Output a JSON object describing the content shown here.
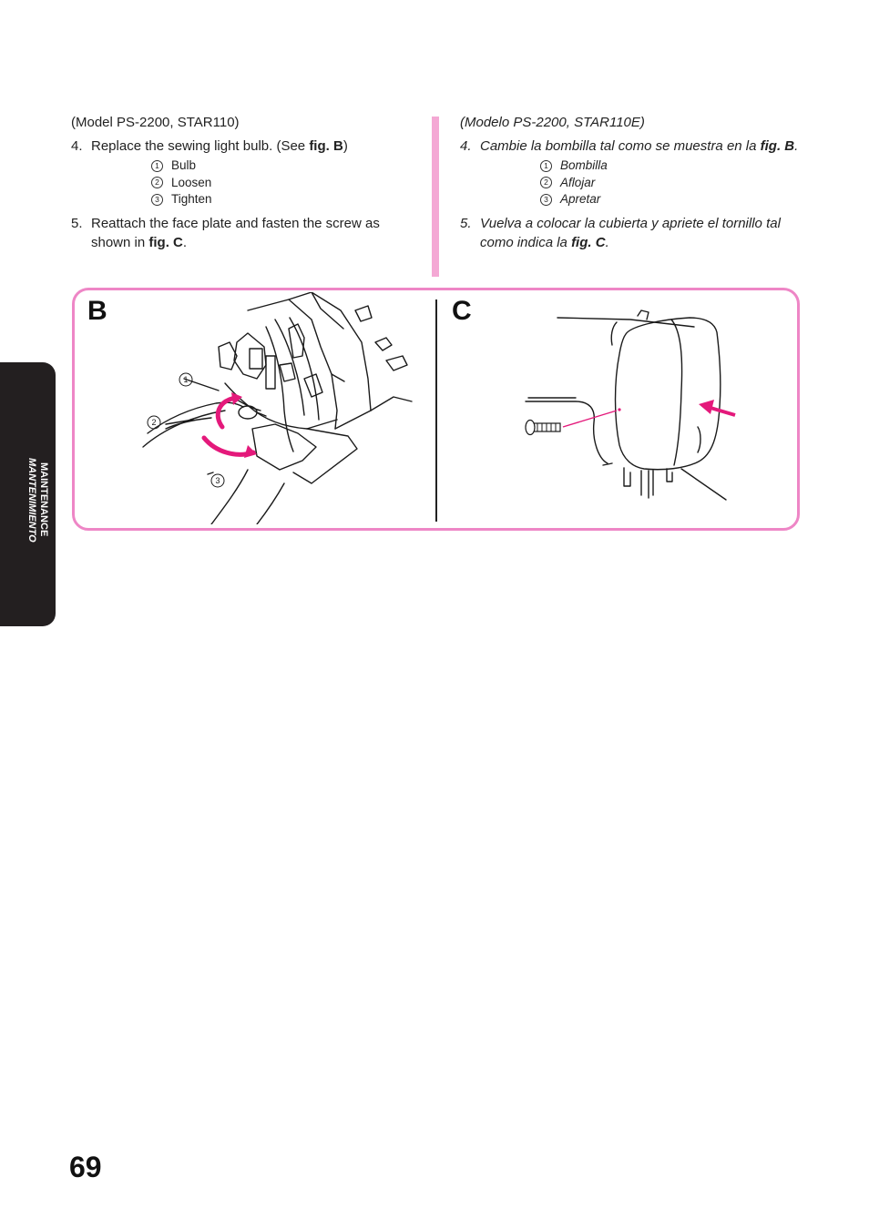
{
  "english": {
    "model": "(Model PS-2200, STAR110)",
    "step4": {
      "num": "4.",
      "text_before": "Replace the sewing light bulb. (See ",
      "bold": "fig. B",
      "text_after": ")"
    },
    "subitems": [
      {
        "num": "1",
        "label": "Bulb"
      },
      {
        "num": "2",
        "label": "Loosen"
      },
      {
        "num": "3",
        "label": "Tighten"
      }
    ],
    "step5": {
      "num": "5.",
      "text_before": "Reattach the face plate and fasten the screw as shown in ",
      "bold": "fig. C",
      "text_after": "."
    }
  },
  "spanish": {
    "model": "(Modelo PS-2200, STAR110E)",
    "step4": {
      "num": "4.",
      "text_before": "Cambie la bombilla tal como se muestra en la ",
      "bold": "fig. B",
      "text_after": "."
    },
    "subitems": [
      {
        "num": "1",
        "label": "Bombilla"
      },
      {
        "num": "2",
        "label": "Aflojar"
      },
      {
        "num": "3",
        "label": "Apretar"
      }
    ],
    "step5": {
      "num": "5.",
      "text_before": "Vuelva a colocar la cubierta y apriete el tornillo tal como indica la ",
      "bold": "fig. C",
      "text_after": "."
    }
  },
  "figures": {
    "b": {
      "label": "B",
      "callouts": [
        "1",
        "2",
        "3"
      ]
    },
    "c": {
      "label": "C"
    }
  },
  "side_tab": {
    "line1": "MAINTENANCE",
    "line2": "MANTENIMIENTO"
  },
  "page_number": "69",
  "colors": {
    "accent_pink": "#ee86c6",
    "divider_pink": "#f4a8d4",
    "arrow_magenta": "#e4197b",
    "tab_dark": "#231f20"
  },
  "icons": [
    "circled-number-icon",
    "bulb-illustration",
    "face-plate-illustration",
    "screw-icon",
    "arrow-icon"
  ]
}
